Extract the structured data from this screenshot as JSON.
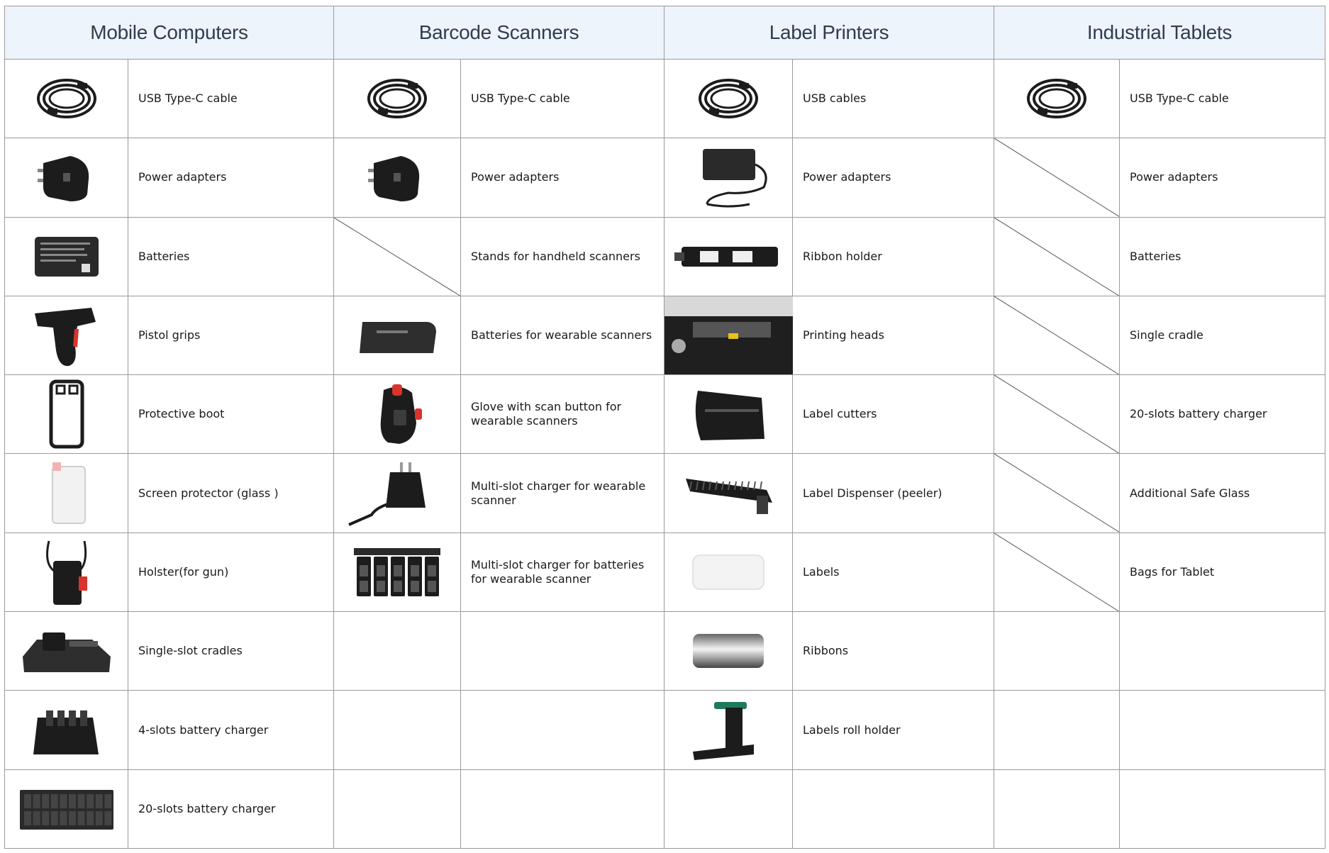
{
  "headers": [
    "Mobile Computers",
    "Barcode Scanners",
    "Label Printers",
    "Industrial Tablets"
  ],
  "columns": [
    {
      "category": "Mobile Computers",
      "items": [
        {
          "label": "USB Type-C cable",
          "icon": "usb-cable-icon"
        },
        {
          "label": "Power adapters",
          "icon": "power-adapter-icon"
        },
        {
          "label": "Batteries",
          "icon": "battery-icon"
        },
        {
          "label": "Pistol grips",
          "icon": "pistol-grip-icon"
        },
        {
          "label": "Protective boot",
          "icon": "protective-boot-icon"
        },
        {
          "label": "Screen protector (glass )",
          "icon": "screen-protector-icon"
        },
        {
          "label": "Holster(for gun)",
          "icon": "holster-icon"
        },
        {
          "label": "Single-slot cradles",
          "icon": "single-cradle-icon"
        },
        {
          "label": "4-slots battery charger",
          "icon": "four-slot-charger-icon"
        },
        {
          "label": "20-slots battery charger",
          "icon": "twenty-slot-charger-icon"
        }
      ]
    },
    {
      "category": "Barcode Scanners",
      "items": [
        {
          "label": "USB Type-C cable",
          "icon": "usb-cable-icon"
        },
        {
          "label": "Power adapters",
          "icon": "power-adapter-icon"
        },
        {
          "label": "Stands for handheld scanners",
          "icon": null
        },
        {
          "label": "Batteries for wearable scanners",
          "icon": "wearable-battery-icon"
        },
        {
          "label": "Glove with scan button for wearable scanners",
          "icon": "scan-glove-icon"
        },
        {
          "label": "Multi-slot charger for wearable scanner",
          "icon": "wall-charger-icon"
        },
        {
          "label": "Multi-slot charger for batteries for wearable scanner",
          "icon": "battery-rack-icon"
        },
        null,
        null,
        null
      ]
    },
    {
      "category": "Label Printers",
      "items": [
        {
          "label": "USB cables",
          "icon": "usb-cable-icon"
        },
        {
          "label": "Power adapters",
          "icon": "laptop-adapter-icon"
        },
        {
          "label": "Ribbon holder",
          "icon": "ribbon-holder-icon"
        },
        {
          "label": "Printing heads",
          "icon": "printing-head-icon"
        },
        {
          "label": "Label cutters",
          "icon": "label-cutter-icon"
        },
        {
          "label": "Label Dispenser (peeler)",
          "icon": "label-peeler-icon"
        },
        {
          "label": "Labels",
          "icon": "label-roll-icon"
        },
        {
          "label": "Ribbons",
          "icon": "ribbon-roll-icon"
        },
        {
          "label": "Labels roll holder",
          "icon": "roll-holder-icon"
        },
        null
      ]
    },
    {
      "category": "Industrial Tablets",
      "items": [
        {
          "label": "USB Type-C cable",
          "icon": "usb-cable-icon"
        },
        {
          "label": "Power adapters",
          "icon": null
        },
        {
          "label": "Batteries",
          "icon": null
        },
        {
          "label": "Single cradle",
          "icon": null
        },
        {
          "label": "20-slots battery charger",
          "icon": null
        },
        {
          "label": "Additional Safe Glass",
          "icon": null
        },
        {
          "label": "Bags for Tablet",
          "icon": null
        },
        null,
        null,
        null
      ]
    }
  ],
  "colors": {
    "header_bg": "#eef4fc",
    "header_text": "#2f3d4e",
    "grid": "#9a9a9a",
    "product": "#1c1c1c",
    "accent_red": "#d9332b"
  }
}
